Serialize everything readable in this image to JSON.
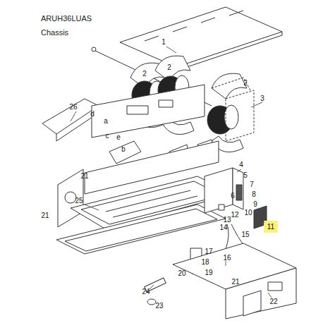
{
  "diagram": {
    "title": "ARUH36LUAS Chassis",
    "labels": [
      "1",
      "26",
      "2",
      "2",
      "3",
      "2",
      "d",
      "a",
      "c",
      "e",
      "b",
      "21",
      "4",
      "5",
      "7",
      "8",
      "6",
      "9",
      "10",
      "12",
      "13",
      "14",
      "25",
      "21",
      "15",
      "11",
      "17",
      "16",
      "18",
      "20",
      "19",
      "24",
      "23",
      "21",
      "22"
    ]
  }
}
